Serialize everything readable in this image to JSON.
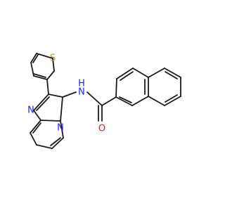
{
  "molecule": {
    "atom_labels": {
      "sulfur": "S",
      "amide_nitrogen": "N",
      "amide_hydrogen": "H",
      "imidazole_nitrogen": "N",
      "bridgehead_nitrogen": "N",
      "carbonyl_oxygen": "O"
    },
    "colors": {
      "bond": "#1a1a1a",
      "sulfur": "#b5a300",
      "nitrogen": "#2424e0",
      "oxygen": "#e02020",
      "background": "#ffffff"
    }
  }
}
